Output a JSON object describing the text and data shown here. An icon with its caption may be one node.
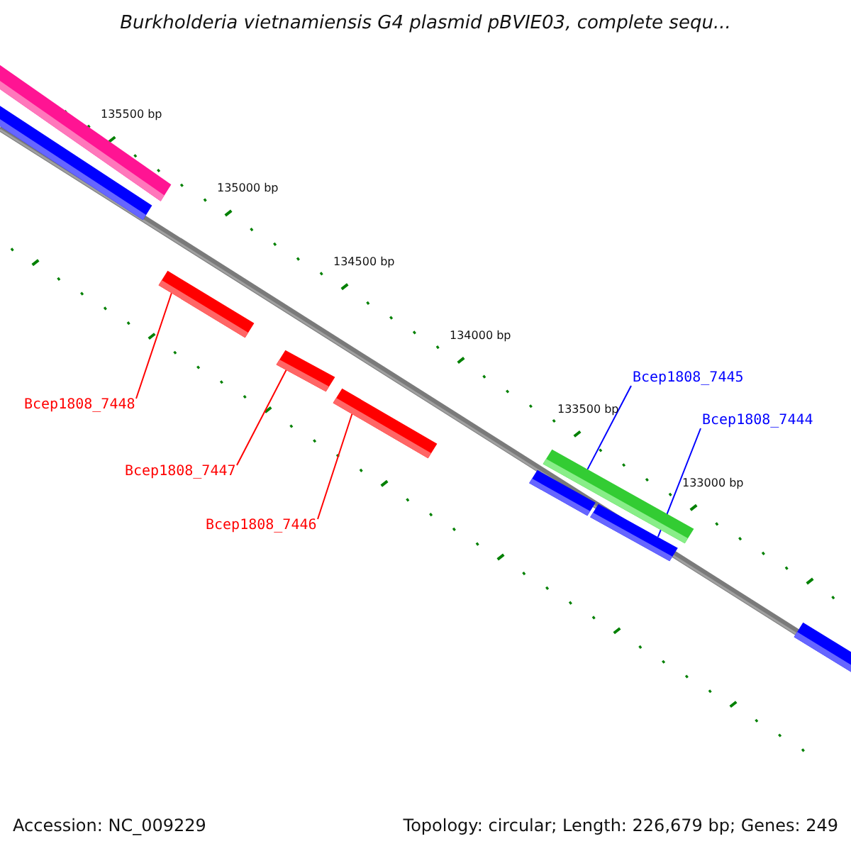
{
  "diagram": {
    "title": "Burkholderia vietnamiensis G4 plasmid pBVIE03, complete sequ...",
    "nodes": [
      {
        "text": [],
        "shape": "bar"
      },
      {
        "text": [],
        "shape": "bar"
      },
      {
        "text": [
          "Bcep1808_7448"
        ]
      },
      {
        "text": [],
        "shape": "bar"
      },
      {
        "text": [
          "Bcep1808_7447"
        ]
      },
      {
        "text": [],
        "shape": "bar"
      },
      {
        "text": [
          "Bcep1808_7446"
        ]
      },
      {
        "text": [],
        "shape": "bar"
      },
      {
        "text": [],
        "shape": "bar"
      },
      {
        "text": [],
        "shape": "bar"
      },
      {
        "text": [
          "Bcep1808_7445"
        ]
      },
      {
        "text": [
          "Bcep1808_7444"
        ]
      },
      {
        "text": [],
        "shape": "bar"
      },
      {
        "text": [],
        "shape": "bar"
      }
    ],
    "edges": [
      {
        "from": 2,
        "to": 3,
        "arrow": "none"
      },
      {
        "from": 4,
        "to": 5,
        "arrow": "none"
      },
      {
        "from": 6,
        "to": 7,
        "arrow": "none"
      },
      {
        "from": 10,
        "to": 9,
        "arrow": "none",
        "color": "#0000ff"
      },
      {
        "from": 11,
        "to": 12,
        "arrow": "none",
        "color": "#0000ff"
      }
    ],
    "labels": [
      "135500 bp",
      "135000 bp",
      "134500 bp",
      "134000 bp",
      "133500 bp",
      "133000 bp",
      "Accession: NC_009229",
      "Topology: circular; Length: 226,679 bp; Genes: 249"
    ]
  }
}
